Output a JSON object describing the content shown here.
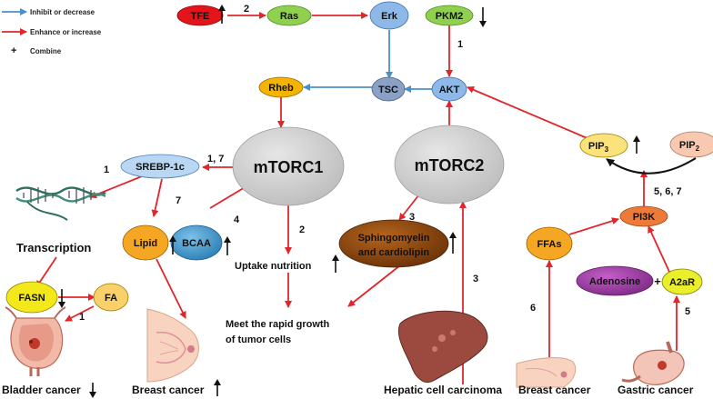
{
  "legend": {
    "inhibit": "Inhibit or decrease",
    "enhance": "Enhance or increase",
    "combine_symbol": "+",
    "combine": "Combine"
  },
  "colors": {
    "inhibit": "#4a90c8",
    "enhance": "#e0252b",
    "tfe_fill": "#e4141b",
    "ras_fill": "#8fd14f",
    "erk_fill": "#8eb8e8",
    "pkm2_fill": "#8fd14f",
    "rheb_fill": "#f4b400",
    "tsc_fill": "#8aa0c4",
    "akt_fill": "#8eb8e8",
    "mtorc_fill": "#c8c8c8",
    "srebp_fill": "#b9d7f2",
    "lipid_fill": "#f5a623",
    "bcaa_fill": "#3c94c9",
    "sphingo_fill": "#8b4a12",
    "fasn_fill": "#f2e81a",
    "fa_fill": "#f9d06a",
    "ffas_fill": "#f5a623",
    "pi3k_fill": "#ee7a3a",
    "pip3_fill": "#fbe27a",
    "pip2_fill": "#f8c8b0",
    "adenosine_fill": "#a33ca8",
    "a2ar_fill": "#e9ef2a"
  },
  "nodes": {
    "tfe": "TFE",
    "ras": "Ras",
    "erk": "Erk",
    "pkm2": "PKM2",
    "rheb": "Rheb",
    "tsc": "TSC",
    "akt": "AKT",
    "mtorc1": "mTORC1",
    "mtorc2": "mTORC2",
    "srebp": "SREBP-1c",
    "lipid": "Lipid",
    "bcaa": "BCAA",
    "sphingo_line1": "Sphingomyelin",
    "sphingo_line2": "and cardiolipin",
    "fasn": "FASN",
    "fa": "FA",
    "ffas": "FFAs",
    "pi3k": "PI3K",
    "pip3": "PIP",
    "pip3_sub": "3",
    "pip2": "PIP",
    "pip2_sub": "2",
    "adenosine": "Adenosine",
    "plus": "+",
    "a2ar": "A2aR"
  },
  "labels": {
    "transcription": "Transcription",
    "uptake": "Uptake nutrition",
    "meet_line1": "Meet the rapid growth",
    "meet_line2": "of tumor cells",
    "bladder": "Bladder cancer",
    "breast_left": "Breast cancer",
    "hepatic": "Hepatic cell carcinoma",
    "breast_right": "Breast cancer",
    "gastric": "Gastric cancer"
  },
  "refs": {
    "tfe_ras": "2",
    "pkm2_akt": "1",
    "mtorc1_srebp": "1, 7",
    "srebp_transcription": "1",
    "srebp_lipid": "7",
    "bcaa_mtorc1": "4",
    "mtorc1_uptake": "2",
    "mtorc2_sphingo": "3",
    "hepatic_mtorc2": "3",
    "fasn_fa": "1",
    "pip3_pi3k": "5, 6, 7",
    "breast_ffas": "6",
    "gastric_a2ar": "5"
  }
}
